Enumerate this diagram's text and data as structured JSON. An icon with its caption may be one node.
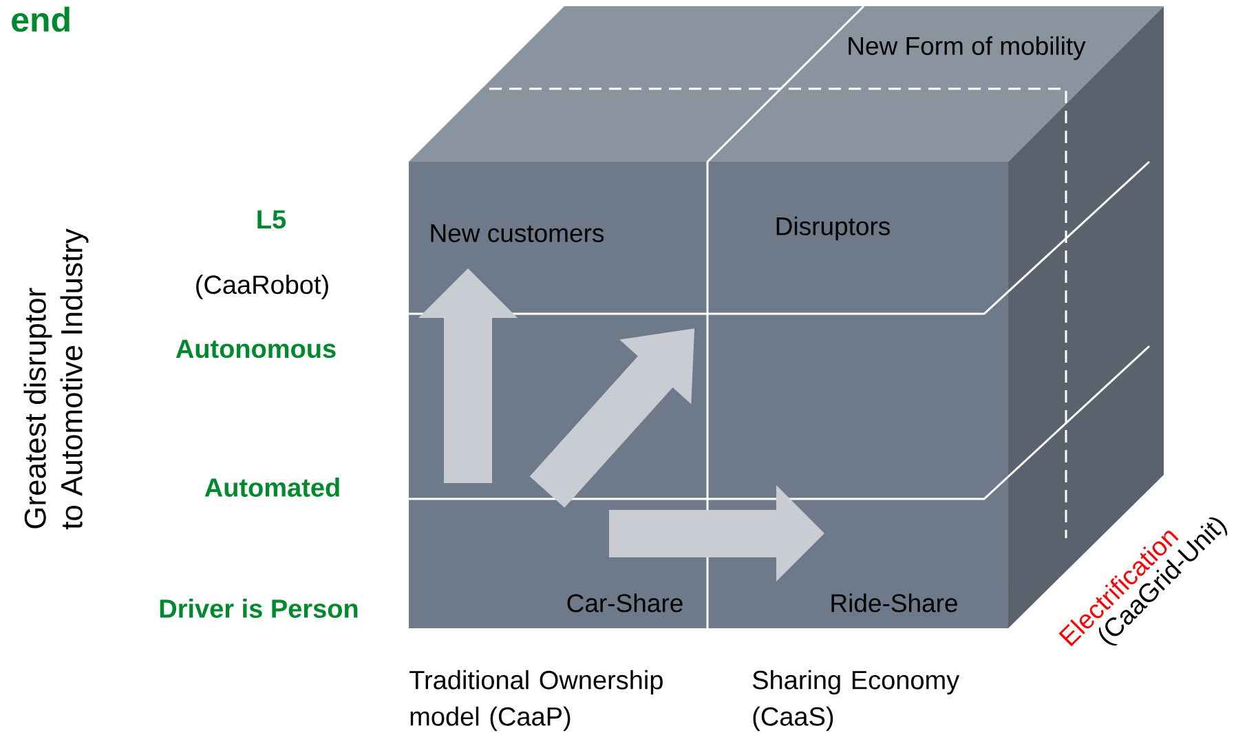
{
  "diagram": {
    "labels": [
      "end",
      "New Form of mobility",
      "Greatest disruptor",
      "to Automotive Industry",
      "L5",
      "New customers",
      "Disruptors",
      "(CaaRobot)",
      "Autonomous",
      "Automated",
      "Driver is Person",
      "Car-Share",
      "Ride-Share",
      "Electrification",
      "(CaaGrid-Unit)",
      "Traditional Ownership model (CaaP)",
      "Sharing Economy (CaaS)"
    ]
  }
}
